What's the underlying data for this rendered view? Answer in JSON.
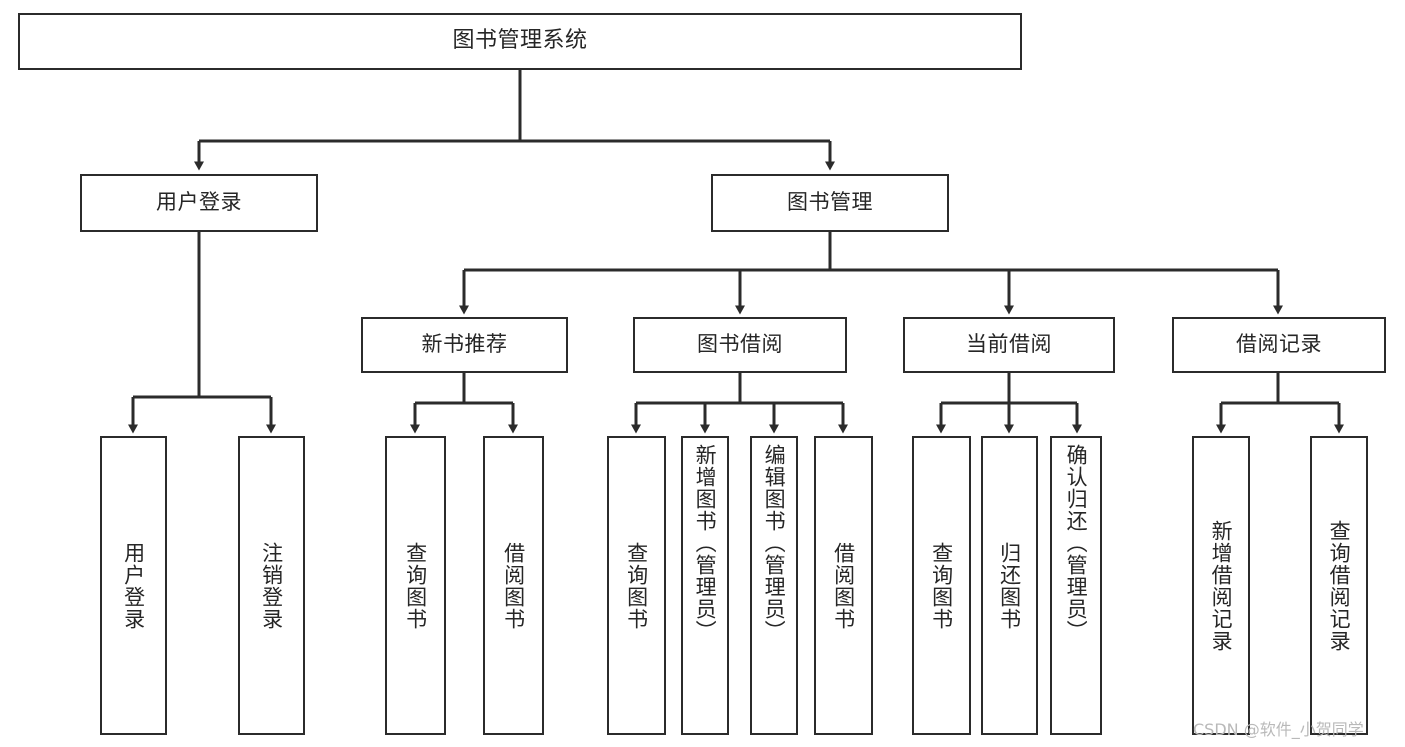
{
  "diagram": {
    "title": "图书管理系统",
    "type": "tree",
    "watermark": "CSDN @软件_小贺同学",
    "colors": {
      "box_border": "#2b2b2b",
      "box_fill": "#ffffff",
      "edge": "#2b2b2b",
      "text": "#262626",
      "watermark": "#b9b9b9",
      "background": "#ffffff"
    },
    "nodes": {
      "root": {
        "label": "图书管理系统",
        "level": 0
      },
      "user_login": {
        "label": "用户登录",
        "level": 1
      },
      "book_manage": {
        "label": "图书管理",
        "level": 1
      },
      "new_book_rec": {
        "label": "新书推荐",
        "level": 2
      },
      "book_borrow": {
        "label": "图书借阅",
        "level": 2
      },
      "current_borrow": {
        "label": "当前借阅",
        "level": 2
      },
      "borrow_record": {
        "label": "借阅记录",
        "level": 2
      },
      "leaf_user_login": {
        "label": "用户登录",
        "level": 2
      },
      "leaf_logout": {
        "label": "注销登录",
        "level": 2
      },
      "leaf_query_book_1": {
        "label": "查询图书",
        "level": 3
      },
      "leaf_borrow_book_1": {
        "label": "借阅图书",
        "level": 3
      },
      "leaf_query_book_2": {
        "label": "查询图书",
        "level": 3
      },
      "leaf_add_book": {
        "label": "新增图书（管理员）",
        "level": 3
      },
      "leaf_edit_book": {
        "label": "编辑图书（管理员）",
        "level": 3
      },
      "leaf_borrow_book_2": {
        "label": "借阅图书",
        "level": 3
      },
      "leaf_query_book_3": {
        "label": "查询图书",
        "level": 3
      },
      "leaf_return_book": {
        "label": "归还图书",
        "level": 3
      },
      "leaf_confirm_return": {
        "label": "确认归还（管理员）",
        "level": 3
      },
      "leaf_add_record": {
        "label": "新增借阅记录",
        "level": 3
      },
      "leaf_query_record": {
        "label": "查询借阅记录",
        "level": 3
      }
    },
    "edges": [
      {
        "from": "root",
        "to": "user_login"
      },
      {
        "from": "root",
        "to": "book_manage"
      },
      {
        "from": "user_login",
        "to": "leaf_user_login"
      },
      {
        "from": "user_login",
        "to": "leaf_logout"
      },
      {
        "from": "book_manage",
        "to": "new_book_rec"
      },
      {
        "from": "book_manage",
        "to": "book_borrow"
      },
      {
        "from": "book_manage",
        "to": "current_borrow"
      },
      {
        "from": "book_manage",
        "to": "borrow_record"
      },
      {
        "from": "new_book_rec",
        "to": "leaf_query_book_1"
      },
      {
        "from": "new_book_rec",
        "to": "leaf_borrow_book_1"
      },
      {
        "from": "book_borrow",
        "to": "leaf_query_book_2"
      },
      {
        "from": "book_borrow",
        "to": "leaf_add_book"
      },
      {
        "from": "book_borrow",
        "to": "leaf_edit_book"
      },
      {
        "from": "book_borrow",
        "to": "leaf_borrow_book_2"
      },
      {
        "from": "current_borrow",
        "to": "leaf_query_book_3"
      },
      {
        "from": "current_borrow",
        "to": "leaf_return_book"
      },
      {
        "from": "current_borrow",
        "to": "leaf_confirm_return"
      },
      {
        "from": "borrow_record",
        "to": "leaf_add_record"
      },
      {
        "from": "borrow_record",
        "to": "leaf_query_record"
      }
    ]
  }
}
